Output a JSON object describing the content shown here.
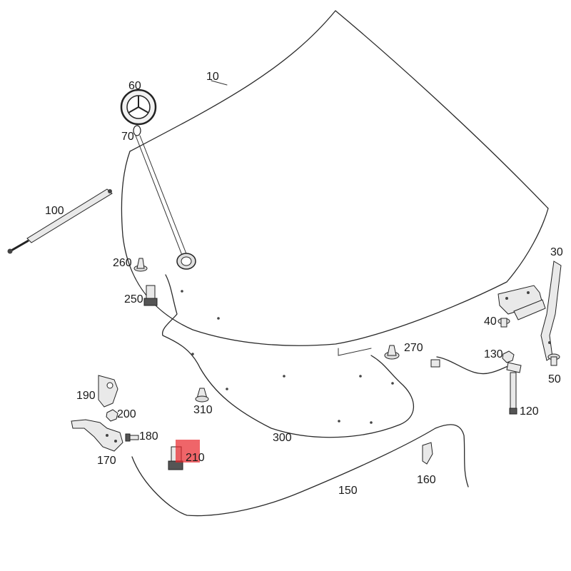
{
  "labels": {
    "p10": "10",
    "p30": "30",
    "p40": "40",
    "p50": "50",
    "p60": "60",
    "p70": "70",
    "p100": "100",
    "p120": "120",
    "p130": "130",
    "p150": "150",
    "p160": "160",
    "p170": "170",
    "p180": "180",
    "p190": "190",
    "p200": "200",
    "p210": "210",
    "p250": "250",
    "p260": "260",
    "p270": "270",
    "p300": "300",
    "p310": "310"
  },
  "colors": {
    "line": "#2a2a2a",
    "highlight": "#e8232a",
    "background": "#ffffff"
  }
}
